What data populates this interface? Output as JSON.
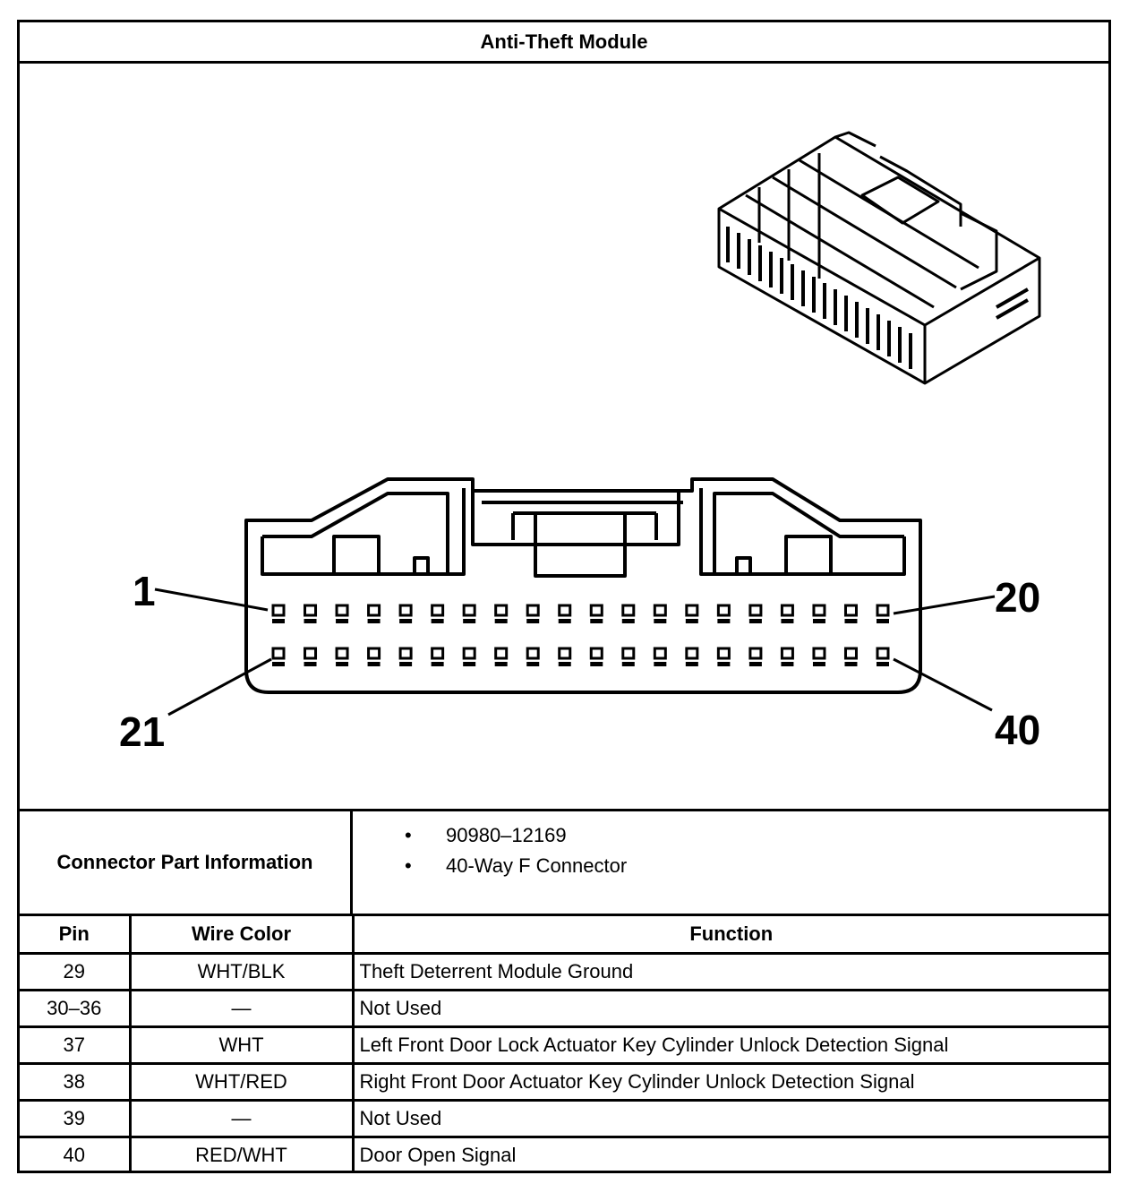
{
  "title": "Anti-Theft Module",
  "diagram": {
    "pin_labels": {
      "top_left": "1",
      "top_right": "20",
      "bottom_left": "21",
      "bottom_right": "40"
    },
    "pins_per_row": 20,
    "rows": 2,
    "icons": [
      "connector-3d-icon",
      "connector-face-icon"
    ]
  },
  "connector_info": {
    "label": "Connector Part Information",
    "items": [
      "90980–12169",
      "40-Way F Connector"
    ]
  },
  "table": {
    "headers": {
      "pin": "Pin",
      "wire_color": "Wire Color",
      "function": "Function"
    },
    "rows": [
      {
        "pin": "29",
        "wire_color": "WHT/BLK",
        "function": "Theft Deterrent Module Ground"
      },
      {
        "pin": "30–36",
        "wire_color": "—",
        "function": "Not Used"
      },
      {
        "pin": "37",
        "wire_color": "WHT",
        "function": "Left Front Door Lock Actuator Key Cylinder Unlock Detection Signal"
      },
      {
        "pin": "38",
        "wire_color": "WHT/RED",
        "function": "Right Front Door Actuator Key Cylinder Unlock Detection Signal"
      },
      {
        "pin": "39",
        "wire_color": "—",
        "function": "Not Used"
      },
      {
        "pin": "40",
        "wire_color": "RED/WHT",
        "function": "Door Open Signal"
      }
    ]
  }
}
